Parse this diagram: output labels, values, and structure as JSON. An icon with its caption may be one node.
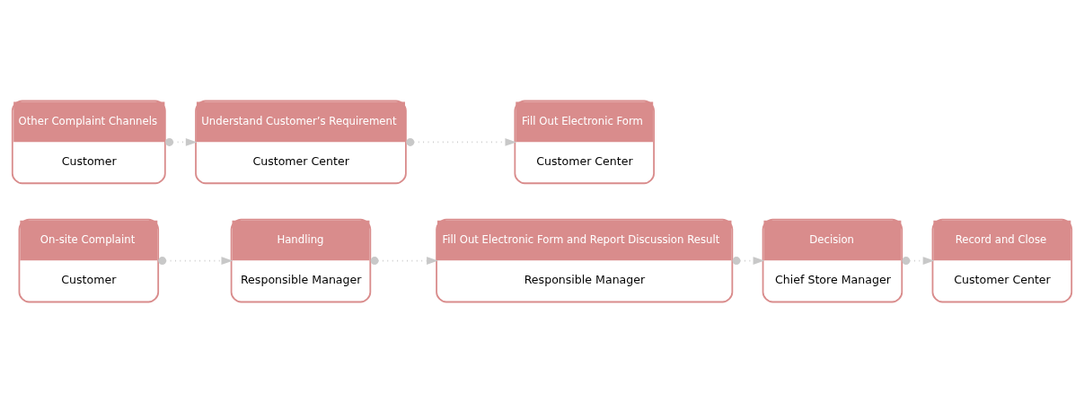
{
  "diagram": {
    "nodes": [
      {
        "text": [
          "On-site Complaint",
          "Customer"
        ]
      },
      {
        "text": [
          "Handling",
          "Responsible Manager"
        ]
      },
      {
        "text": [
          "Fill Out Electronic Form and Report Discussion Result",
          "Responsible Manager"
        ]
      },
      {
        "text": [
          "Other Complaint Channels",
          "Customer"
        ]
      },
      {
        "text": [
          "Understand Customer’s Requirement",
          "Customer Center"
        ]
      },
      {
        "text": [
          "Fill Out Electronic Form",
          "Customer Center"
        ]
      },
      {
        "text": [
          "Decision",
          "Chief Store Manager"
        ]
      },
      {
        "text": [
          "Record and Close",
          "Customer Center"
        ]
      }
    ],
    "edges": [
      {
        "from": 0,
        "to": 1,
        "arrow": "to",
        "style": "dashed"
      },
      {
        "from": 1,
        "to": 2,
        "arrow": "to",
        "style": "dashed"
      },
      {
        "from": 2,
        "to": 6,
        "arrow": "to",
        "style": "dashed"
      },
      {
        "from": 6,
        "to": 7,
        "arrow": "to",
        "style": "dashed"
      },
      {
        "from": 3,
        "to": 4,
        "arrow": "to",
        "style": "dashed"
      },
      {
        "from": 4,
        "to": 5,
        "arrow": "to",
        "style": "dashed"
      }
    ]
  }
}
